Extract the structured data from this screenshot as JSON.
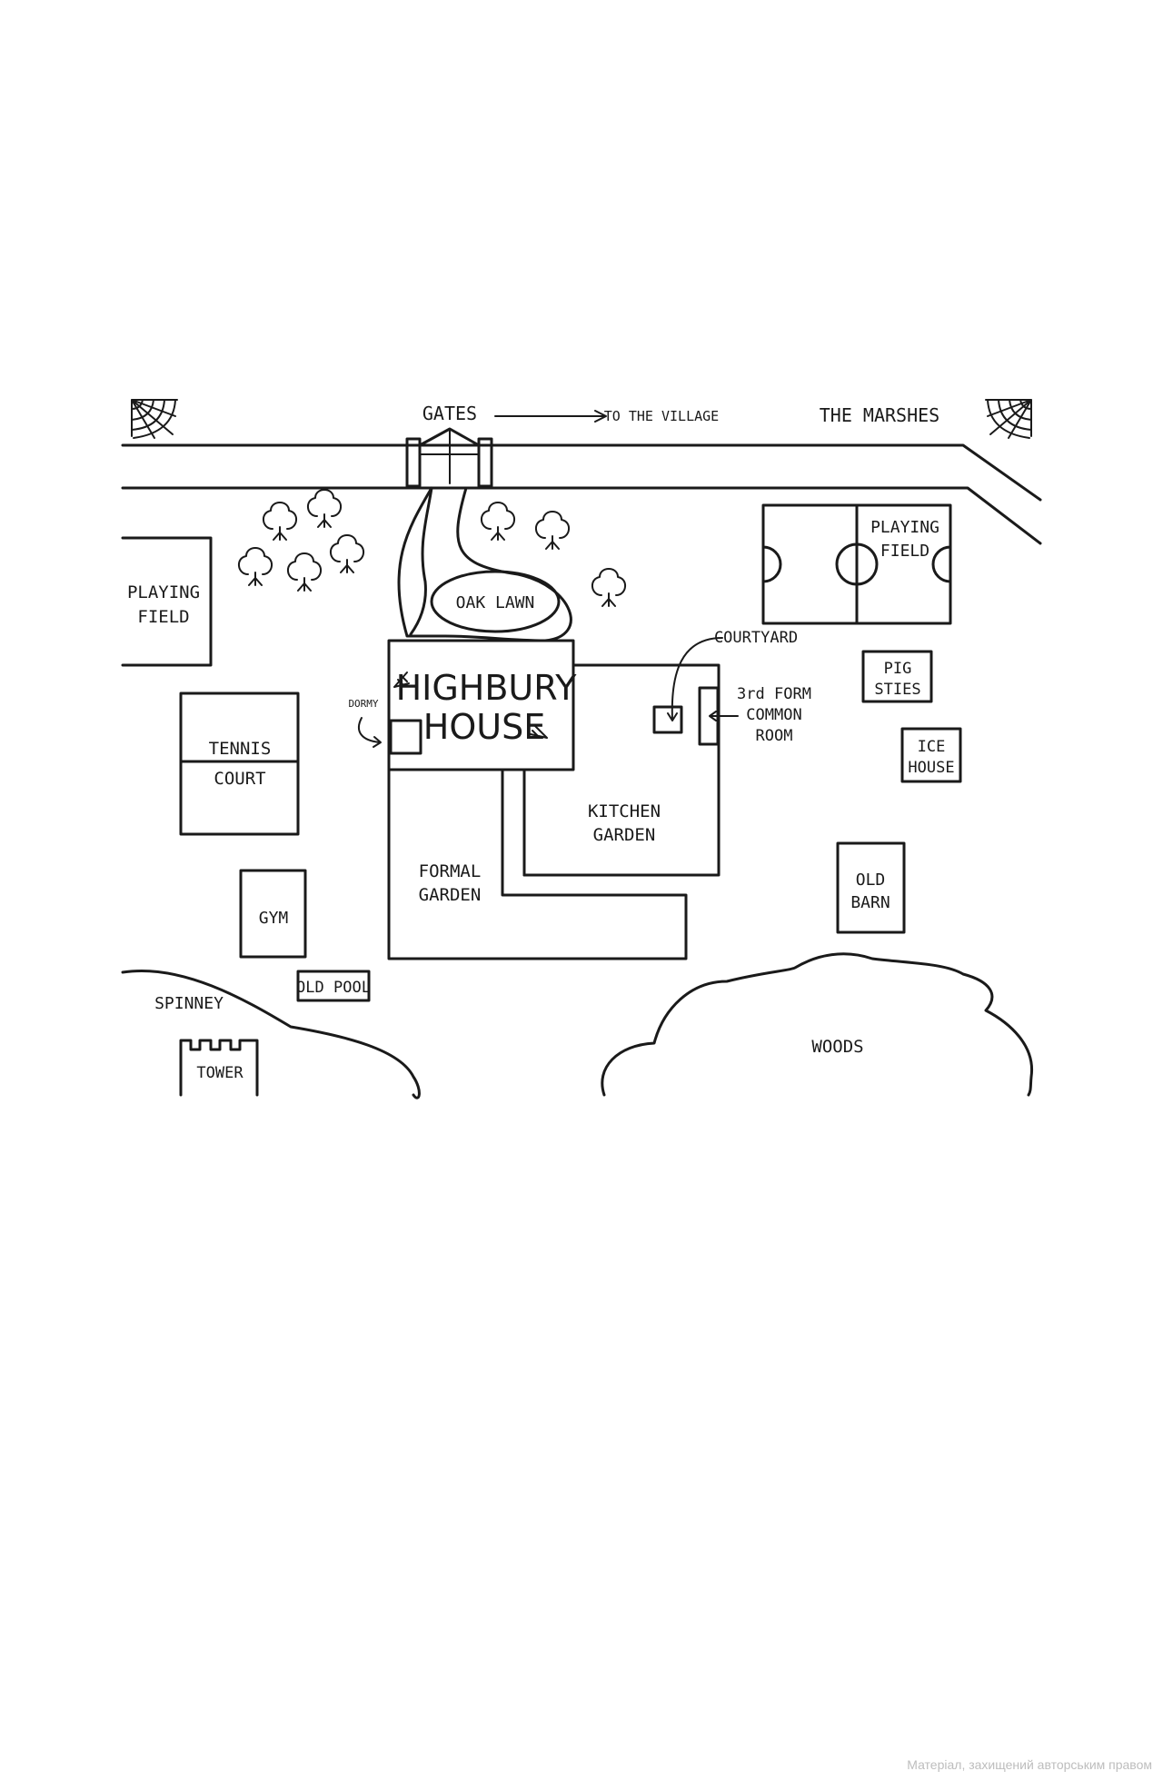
{
  "colors": {
    "ink": "#1a1a1a",
    "background": "#ffffff",
    "watermark": "#bdbdbd"
  },
  "labels": {
    "gates": "GATES",
    "to_village": "TO THE VILLAGE",
    "marshes": "THE MARSHES",
    "playing_field_left": [
      "PLAYING",
      "FIELD"
    ],
    "playing_field_right": [
      "PLAYING",
      "FIELD"
    ],
    "oak_lawn": "OAK LAWN",
    "courtyard": "COURTYARD",
    "highbury_house": [
      "HIGHBURY",
      "HOUSE"
    ],
    "dormy": "DORMY",
    "third_form": [
      "3rd FORM",
      "COMMON",
      "ROOM"
    ],
    "pig_sties": [
      "PIG",
      "STIES"
    ],
    "ice_house": [
      "ICE",
      "HOUSE"
    ],
    "tennis_court": [
      "TENNIS",
      "COURT"
    ],
    "kitchen_garden": [
      "KITCHEN",
      "GARDEN"
    ],
    "formal_garden": [
      "FORMAL",
      "GARDEN"
    ],
    "old_barn": [
      "OLD",
      "BARN"
    ],
    "gym": "GYM",
    "old_pool": "OLD POOL",
    "spinney": "SPINNEY",
    "tower": "TOWER",
    "woods": "WOODS"
  },
  "icons": [
    "cobweb-icon",
    "gate-icon",
    "tree-icon",
    "arrow-icon",
    "tower-icon"
  ],
  "watermark": "Матеріал, захищений авторським правом"
}
